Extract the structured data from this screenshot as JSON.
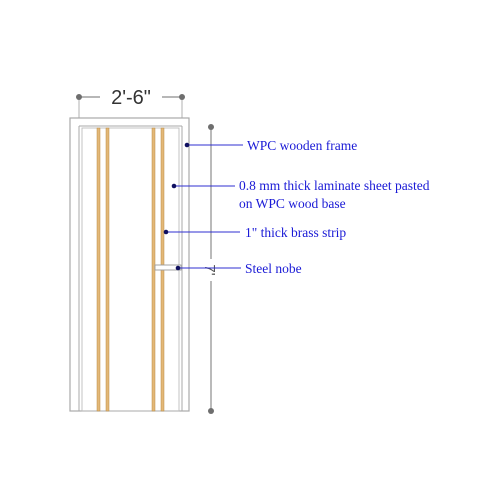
{
  "dimensions": {
    "width_label": "2'-6\"",
    "height_label": "7'"
  },
  "annotations": [
    {
      "id": "wpc-frame",
      "lines": [
        "WPC wooden frame"
      ]
    },
    {
      "id": "laminate-sheet",
      "lines": [
        "0.8 mm thick laminate sheet pasted",
        "on WPC wood base"
      ]
    },
    {
      "id": "brass-strip",
      "lines": [
        "1\" thick brass strip"
      ]
    },
    {
      "id": "steel-knob",
      "lines": [
        "Steel nobe"
      ]
    }
  ],
  "colors": {
    "frame_line": "#a9a9a9",
    "dimension_line": "#8c8c8c",
    "dimension_dot": "#6e6e6e",
    "brass_fill": "#e3b877",
    "brass_edge": "#b98a45",
    "leader_line": "#2f2fd0",
    "leader_dot": "#101060",
    "note_text": "#1a1ad6"
  }
}
